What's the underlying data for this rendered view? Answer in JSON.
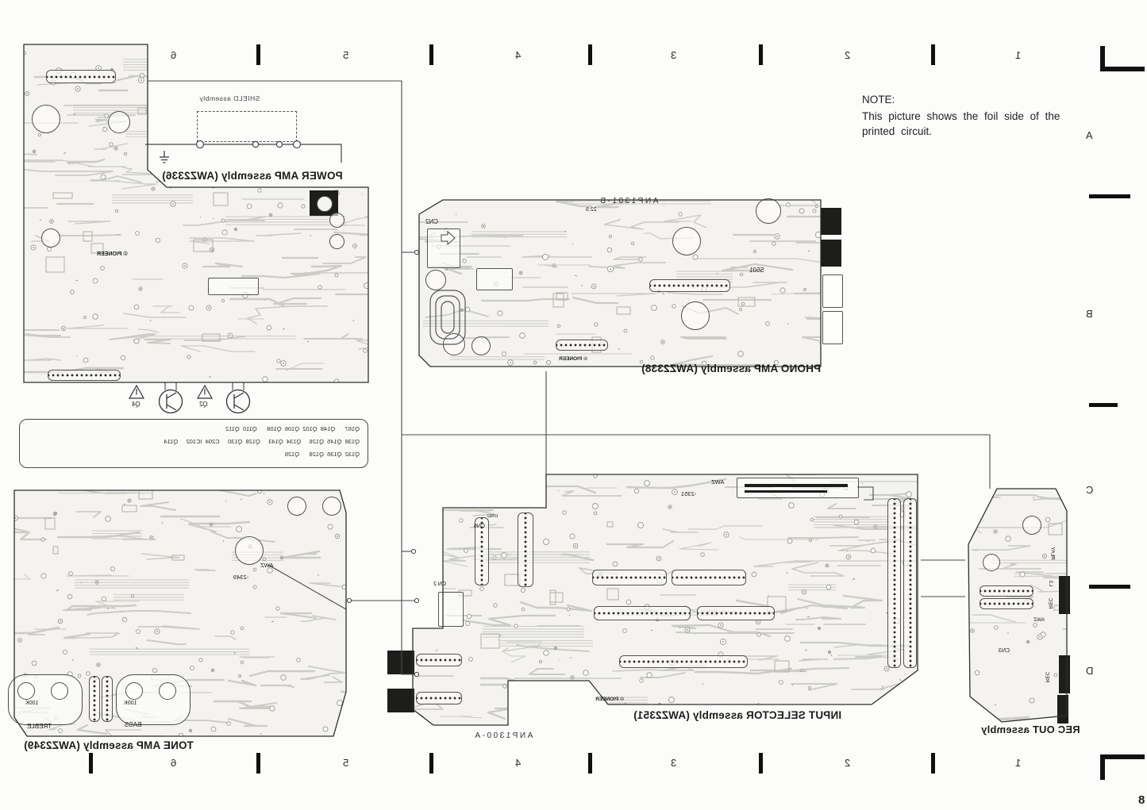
{
  "page": {
    "number": "8"
  },
  "note": {
    "title": "NOTE:",
    "line1": "This picture shows the foil side of the",
    "line2": "printed circuit."
  },
  "rulers": {
    "top": [
      "6",
      "5",
      "4",
      "3",
      "2",
      "1"
    ],
    "bottom": [
      "6",
      "5",
      "4",
      "3",
      "2",
      "1"
    ],
    "side": [
      "A",
      "B",
      "C",
      "D"
    ]
  },
  "boards": {
    "power_amp": {
      "label": "POWER AMP assembly (AWZ2336)",
      "brand": "© PIONEER",
      "shield": "SHIELD assembly",
      "q_left": "Q4",
      "q_right": "Q2",
      "refs": [
        "Q167      Q148  Q102  Q106  Q108      Q110  Q112",
        "Q138  Q145  Q126     Q134  Q143     Q128  Q130     C204  IC102     Q114",
        "Q132  Q136  Q128      Q126"
      ]
    },
    "phono_amp": {
      "label": "PHONO AMP assembly (AWZ2338)",
      "brand": "© PIONEER",
      "board_code": "ANP1301-B",
      "cn2": "CN2",
      "dim": "22.5",
      "ic": "S501"
    },
    "tone_amp": {
      "label": "TONE AMP assembly (AWZ2349)",
      "awz": "AWZ",
      "awz_num": "-2349",
      "pot_left_value": "100K",
      "pot_left_name": "TREBLE",
      "pot_right_value": "100K",
      "pot_right_name": "BASS"
    },
    "input_selector": {
      "label": "INPUT SELECTOR assembly (AWZ2351)",
      "brand": "© PIONEER",
      "board_code": "ANP1300-A",
      "awz": "AWZ",
      "awz_num": "-2351",
      "cn6": "CN6",
      "gnd": "GND",
      "cn2": "CN 2"
    },
    "rec_out": {
      "label": "REC OUT assembly",
      "cn3": "CN3",
      "awz": "AWZ",
      "jacks": [
        "PLAY",
        "L3",
        "REC",
        "REC"
      ]
    }
  }
}
